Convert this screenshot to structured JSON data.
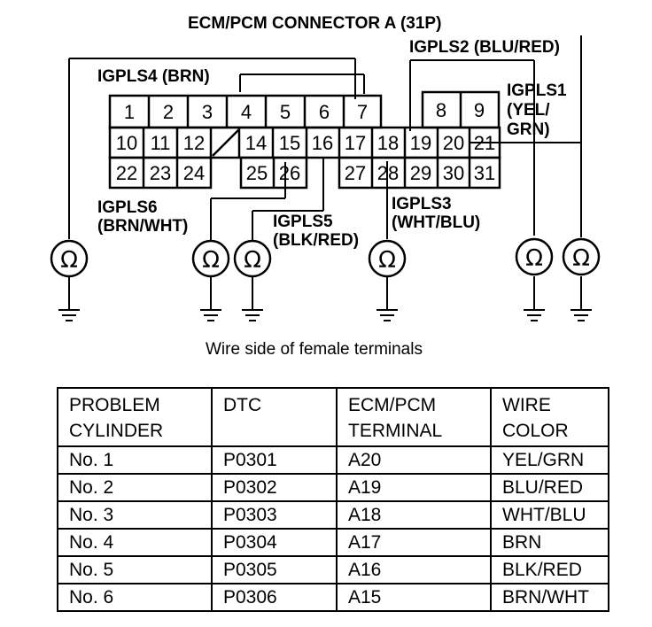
{
  "diagram": {
    "title": "ECM/PCM CONNECTOR A (31P)",
    "caption": "Wire side of female terminals",
    "labels": {
      "igpls4": "IGPLS4 (BRN)",
      "igpls2": "IGPLS2 (BLU/RED)",
      "igpls1_l1": "IGPLS1",
      "igpls1_l2": "(YEL/",
      "igpls1_l3": "GRN)",
      "igpls6_l1": "IGPLS6",
      "igpls6_l2": "(BRN/WHT)",
      "igpls5_l1": "IGPLS5",
      "igpls5_l2": "(BLK/RED)",
      "igpls3_l1": "IGPLS3",
      "igpls3_l2": "(WHT/BLU)"
    },
    "ohm_symbol": "Ω",
    "pins": {
      "p1": "1",
      "p2": "2",
      "p3": "3",
      "p4": "4",
      "p5": "5",
      "p6": "6",
      "p7": "7",
      "p8": "8",
      "p9": "9",
      "p10": "10",
      "p11": "11",
      "p12": "12",
      "p14": "14",
      "p15": "15",
      "p16": "16",
      "p17": "17",
      "p18": "18",
      "p19": "19",
      "p20": "20",
      "p21": "21",
      "p22": "22",
      "p23": "23",
      "p24": "24",
      "p25": "25",
      "p26": "26",
      "p27": "27",
      "p28": "28",
      "p29": "29",
      "p30": "30",
      "p31": "31"
    }
  },
  "table": {
    "headers": [
      {
        "line1": "PROBLEM",
        "line2": "CYLINDER"
      },
      {
        "line1": "DTC",
        "line2": ""
      },
      {
        "line1": "ECM/PCM",
        "line2": "TERMINAL"
      },
      {
        "line1": "WIRE",
        "line2": "COLOR"
      }
    ],
    "rows": [
      [
        "No. 1",
        "P0301",
        "A20",
        "YEL/GRN"
      ],
      [
        "No. 2",
        "P0302",
        "A19",
        "BLU/RED"
      ],
      [
        "No. 3",
        "P0303",
        "A18",
        "WHT/BLU"
      ],
      [
        "No. 4",
        "P0304",
        "A17",
        "BRN"
      ],
      [
        "No. 5",
        "P0305",
        "A16",
        "BLK/RED"
      ],
      [
        "No. 6",
        "P0306",
        "A15",
        "BRN/WHT"
      ]
    ]
  }
}
